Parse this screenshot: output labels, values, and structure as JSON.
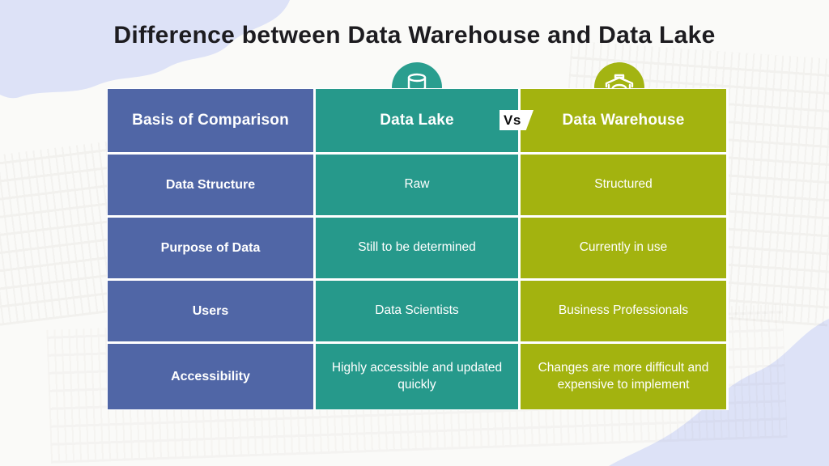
{
  "page": {
    "title": "Difference between Data Warehouse and Data Lake"
  },
  "vs_badge": {
    "label": "Vs"
  },
  "colors": {
    "basis_column": "#5066a6",
    "data_lake_column": "#26998b",
    "data_warehouse_column": "#a3b30f",
    "blob_lavender": "#dde2f7",
    "title_text": "#1d1c20",
    "cell_text": "#ffffff",
    "vs_background": "#ffffff",
    "vs_text": "#0c0c0c"
  },
  "icons": [
    {
      "name": "data-lake-icon",
      "depicts": "database cylinder above water waves",
      "color": "#ffffff"
    },
    {
      "name": "data-warehouse-icon",
      "depicts": "warehouse shed containing stacked data discs",
      "color": "#ffffff"
    }
  ],
  "chart_data": {
    "type": "table",
    "title": "Difference between Data Warehouse and Data Lake",
    "columns": [
      "Basis of Comparison",
      "Data Lake",
      "Data Warehouse"
    ],
    "rows": [
      [
        "Data Structure",
        "Raw",
        "Structured"
      ],
      [
        "Purpose of Data",
        "Still to be determined",
        "Currently in use"
      ],
      [
        "Users",
        "Data Scientists",
        "Business Professionals"
      ],
      [
        "Accessibility",
        "Highly accessible and updated quickly",
        "Changes are more difficult and expensive to implement"
      ]
    ],
    "legend_position": "none",
    "grid": "white 3px gaps between solid colored cells"
  }
}
